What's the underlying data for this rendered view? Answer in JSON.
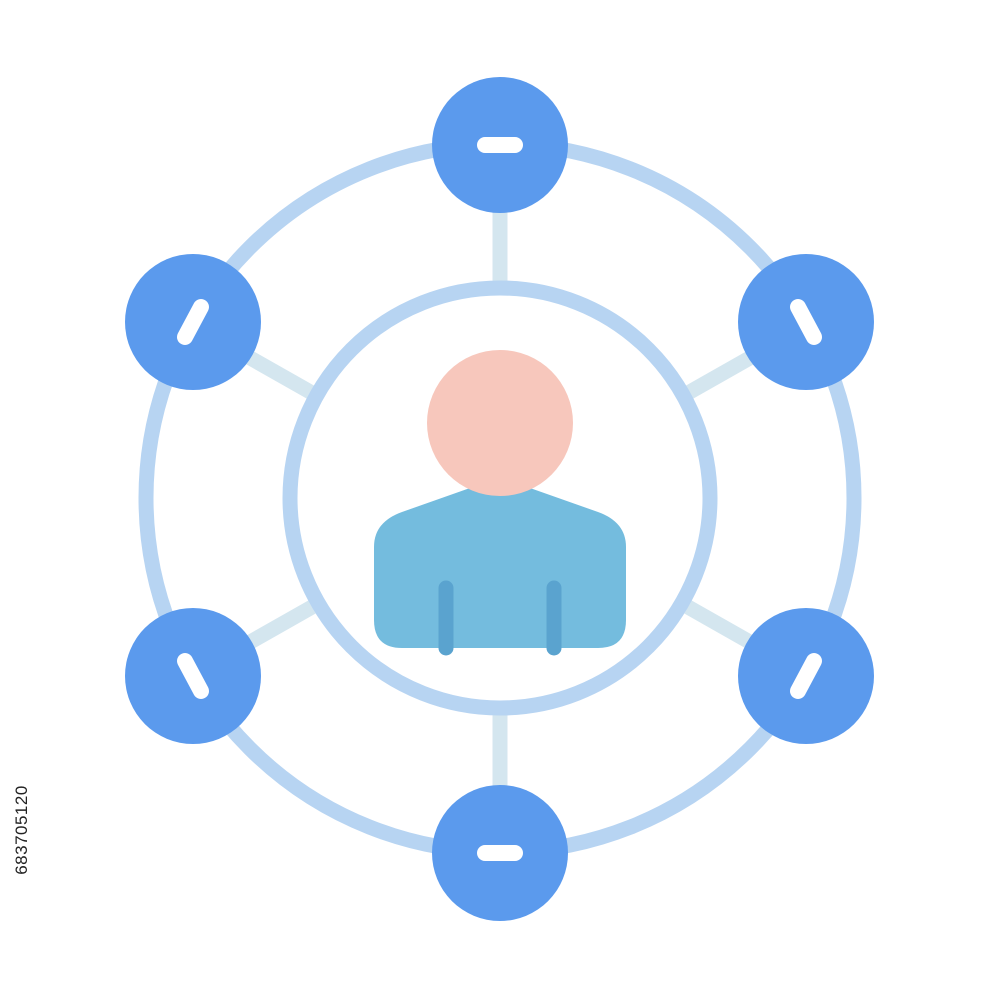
{
  "illustration": {
    "subject": "person-network-icon",
    "colors": {
      "ring": "#b7d4f2",
      "spoke": "#d4e6ef",
      "node": "#5b9aed",
      "node_mark": "#ffffff",
      "head": "#f7c7bc",
      "body": "#74bcde",
      "body_line": "#5aa3cf"
    },
    "nodes": [
      {
        "name": "node-top",
        "mark": "horizontal-dash"
      },
      {
        "name": "node-upper-right",
        "mark": "diagonal-dash"
      },
      {
        "name": "node-lower-right",
        "mark": "diagonal-dash"
      },
      {
        "name": "node-bottom",
        "mark": "horizontal-dash"
      },
      {
        "name": "node-lower-left",
        "mark": "diagonal-dash"
      },
      {
        "name": "node-upper-left",
        "mark": "diagonal-dash"
      }
    ]
  },
  "watermark": {
    "stock_id": "683705120"
  }
}
